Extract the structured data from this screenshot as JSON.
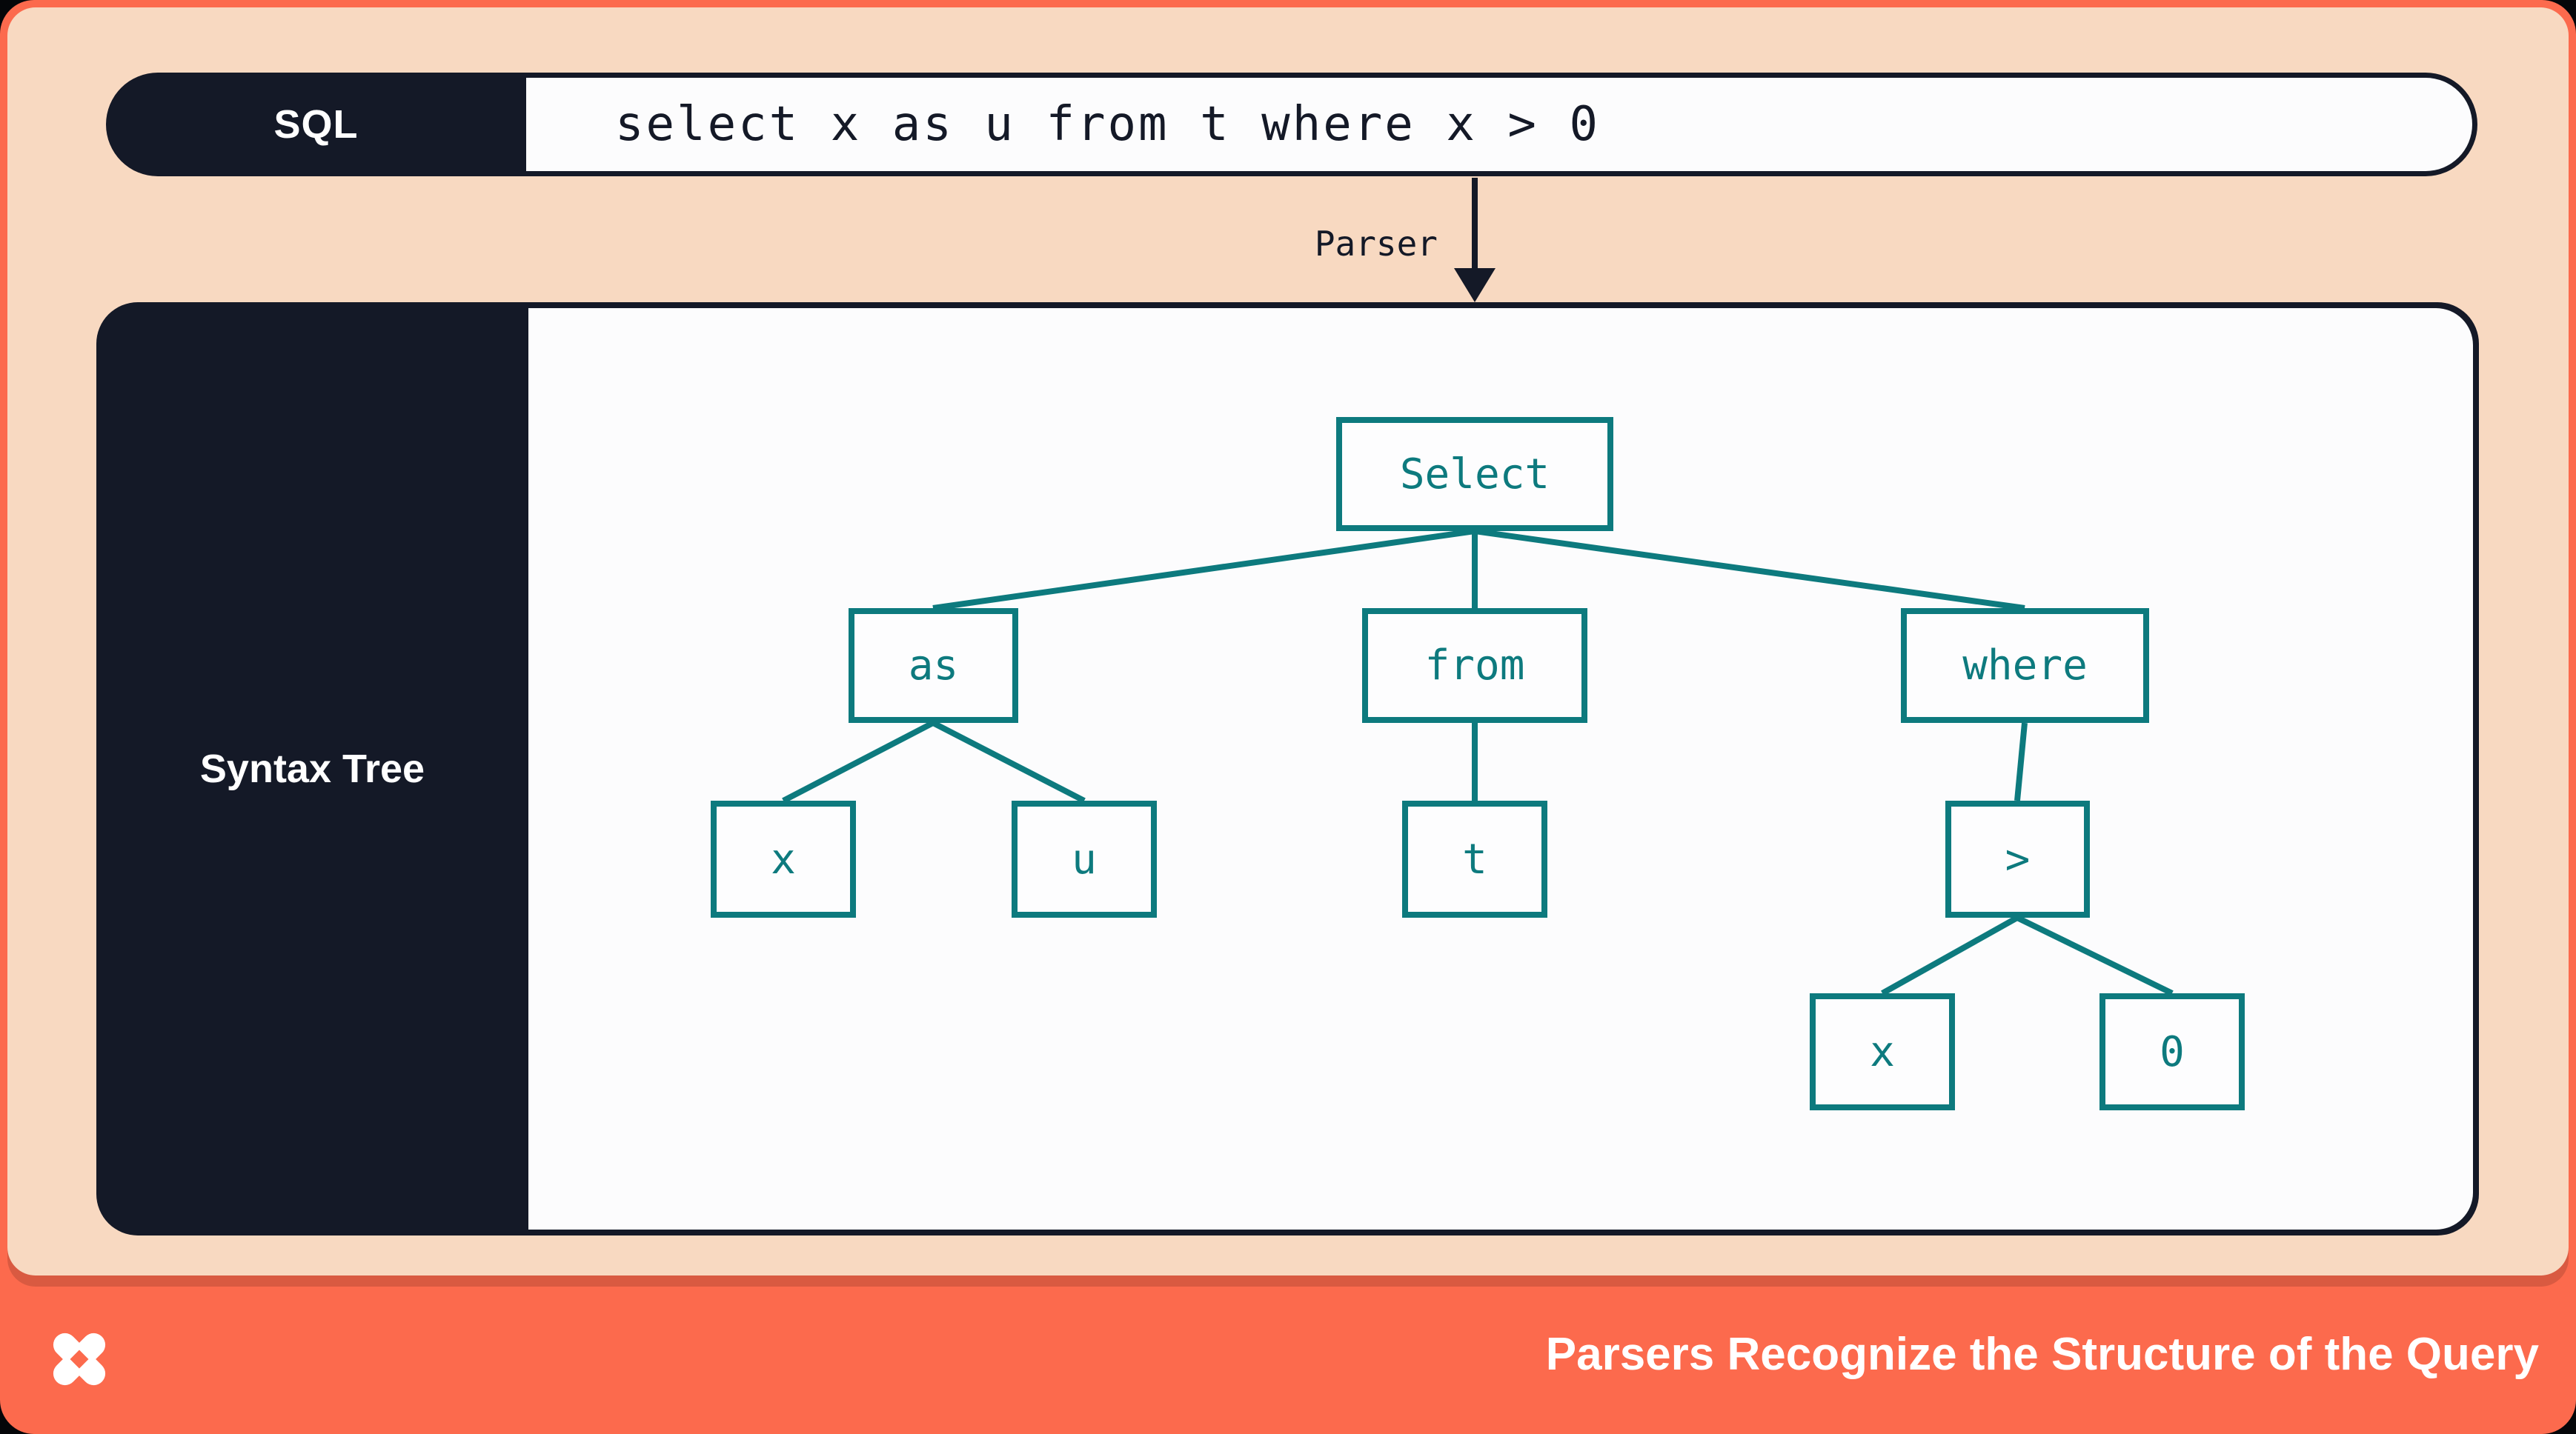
{
  "sql_bar": {
    "label": "SQL",
    "query": "select x as u from t where x > 0"
  },
  "parser": {
    "label": "Parser"
  },
  "tree_panel": {
    "label": "Syntax Tree"
  },
  "tree": {
    "select": "Select",
    "as": "as",
    "from": "from",
    "where": "where",
    "x1": "x",
    "u": "u",
    "t": "t",
    "gt": ">",
    "x2": "x",
    "zero": "0"
  },
  "footer": {
    "caption": "Parsers Recognize the Structure of the Query",
    "logo": "pinwheel-x-logo"
  },
  "colors": {
    "coral": "#fc6a4d",
    "peach": "#f8d9c1",
    "navy": "#141927",
    "teal": "#0d7a7e",
    "panel_white": "#fcfcfd"
  }
}
